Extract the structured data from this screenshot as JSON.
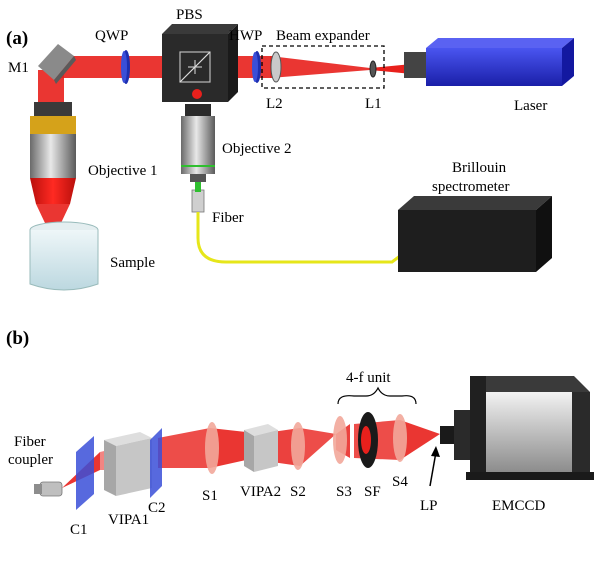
{
  "panel_a": {
    "panel_label": "(a)",
    "labels": {
      "qwp": "QWP",
      "pbs": "PBS",
      "hwp": "HWP",
      "beam_expander": "Beam expander",
      "m1": "M1",
      "l2": "L2",
      "l1": "L1",
      "laser": "Laser",
      "objective1": "Objective 1",
      "objective2": "Objective 2",
      "brillouin_line1": "Brillouin",
      "brillouin_line2": "spectrometer",
      "fiber": "Fiber",
      "sample": "Sample"
    }
  },
  "panel_b": {
    "panel_label": "(b)",
    "labels": {
      "four_f_unit": "4-f unit",
      "fiber_coupler_line1": "Fiber",
      "fiber_coupler_line2": "coupler",
      "c1": "C1",
      "vipa1": "VIPA1",
      "c2": "C2",
      "s1": "S1",
      "vipa2": "VIPA2",
      "s2": "S2",
      "s3": "S3",
      "sf": "SF",
      "s4": "S4",
      "lp": "LP",
      "emccd": "EMCCD"
    }
  },
  "colors": {
    "beam": "#e8201c",
    "laser_body": "#2a2fd6",
    "fiber": "#e6e61a",
    "optic_blue": "#3a4fd8"
  }
}
